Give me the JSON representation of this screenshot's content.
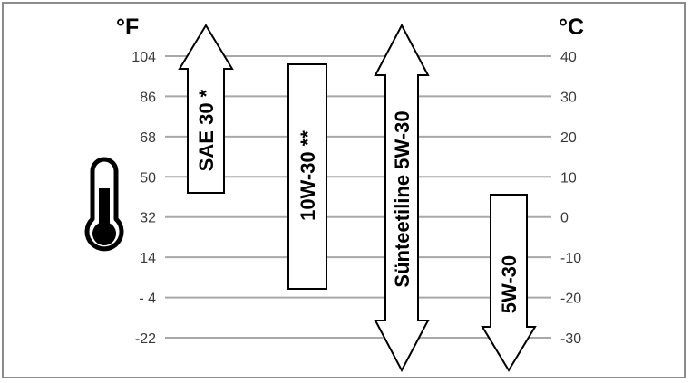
{
  "chart_data": {
    "type": "range-diagram",
    "left_axis": {
      "unit": "°F",
      "ticks": [
        "104",
        "86",
        "68",
        "50",
        "32",
        "14",
        "- 4",
        "-22"
      ]
    },
    "right_axis": {
      "unit": "°C",
      "ticks": [
        "40",
        "30",
        "20",
        "10",
        "0",
        "-10",
        "-20",
        "-30"
      ]
    },
    "celsius_range": [
      -30,
      40
    ],
    "bands": [
      {
        "label": "SAE 30 *",
        "shape": "arrow-up",
        "min_c": 5,
        "max_c": 45
      },
      {
        "label": "10W-30 **",
        "shape": "bar",
        "min_c": -18,
        "max_c": 38
      },
      {
        "label": "Sünteetiline 5W-30",
        "shape": "arrow-both",
        "min_c": -40,
        "max_c": 45
      },
      {
        "label": "5W-30",
        "shape": "arrow-down",
        "min_c": -40,
        "max_c": 5
      }
    ],
    "icon": "thermometer-icon"
  }
}
